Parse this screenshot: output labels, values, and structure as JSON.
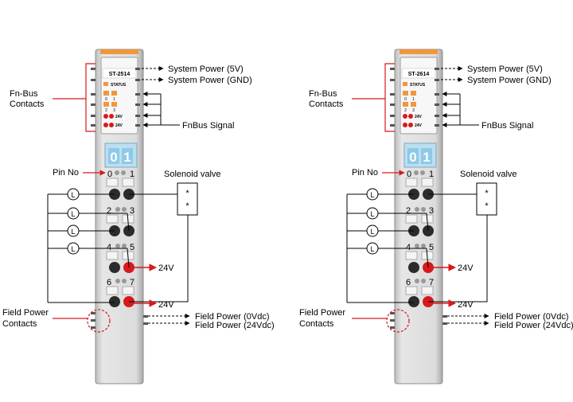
{
  "modules": [
    {
      "model": "ST-2514",
      "status_label": "STATUS",
      "led_row1": [
        "0",
        "1"
      ],
      "led_row2": [
        "2",
        "3"
      ],
      "led_24v_labels": [
        "24V",
        "24V"
      ],
      "channel_display": [
        "0",
        "1"
      ],
      "pin_numbers": [
        "0",
        "1",
        "2",
        "3",
        "4",
        "5",
        "6",
        "7"
      ],
      "labels": {
        "system_power_5v": "System Power (5V)",
        "system_power_gnd": "System Power (GND)",
        "fn_bus_contacts": [
          "Fn-Bus",
          "Contacts"
        ],
        "fnbus_signal": "FnBus Signal",
        "pin_no": "Pin No",
        "solenoid_valve": "Solenoid valve",
        "solenoid_marks": [
          "*",
          "*"
        ],
        "load_symbol": "L",
        "supply_24v_a": "24V",
        "supply_24v_b": "24V",
        "field_power_contacts": [
          "Field Power",
          "Contacts"
        ],
        "field_power_0vdc": "Field Power (0Vdc)",
        "field_power_24vdc": "Field Power (24Vdc)"
      }
    },
    {
      "model": "ST-2614",
      "status_label": "STATUS",
      "led_row1": [
        "0",
        "1"
      ],
      "led_row2": [
        "2",
        "3"
      ],
      "led_24v_labels": [
        "24V",
        "24V"
      ],
      "channel_display": [
        "0",
        "1"
      ],
      "pin_numbers": [
        "0",
        "1",
        "2",
        "3",
        "4",
        "5",
        "6",
        "7"
      ],
      "labels": {
        "system_power_5v": "System Power (5V)",
        "system_power_gnd": "System Power (GND)",
        "fn_bus_contacts": [
          "Fn-Bus",
          "Contacts"
        ],
        "fnbus_signal": "FnBus Signal",
        "pin_no": "Pin No",
        "solenoid_valve": "Solenoid valve",
        "solenoid_marks": [
          "*",
          "*"
        ],
        "load_symbol": "L",
        "supply_24v_a": "24V",
        "supply_24v_b": "24V",
        "field_power_contacts": [
          "Field Power",
          "Contacts"
        ],
        "field_power_0vdc": "Field Power (0Vdc)",
        "field_power_24vdc": "Field Power (24Vdc)"
      }
    }
  ],
  "colors": {
    "module_body": "#d9d9d9",
    "module_edge": "#8c8c8c",
    "orange": "#f0963c",
    "red_led": "#d7191c",
    "blue_display": "#8ec9e8",
    "callout_red": "#d7191c",
    "wire": "#000000"
  }
}
